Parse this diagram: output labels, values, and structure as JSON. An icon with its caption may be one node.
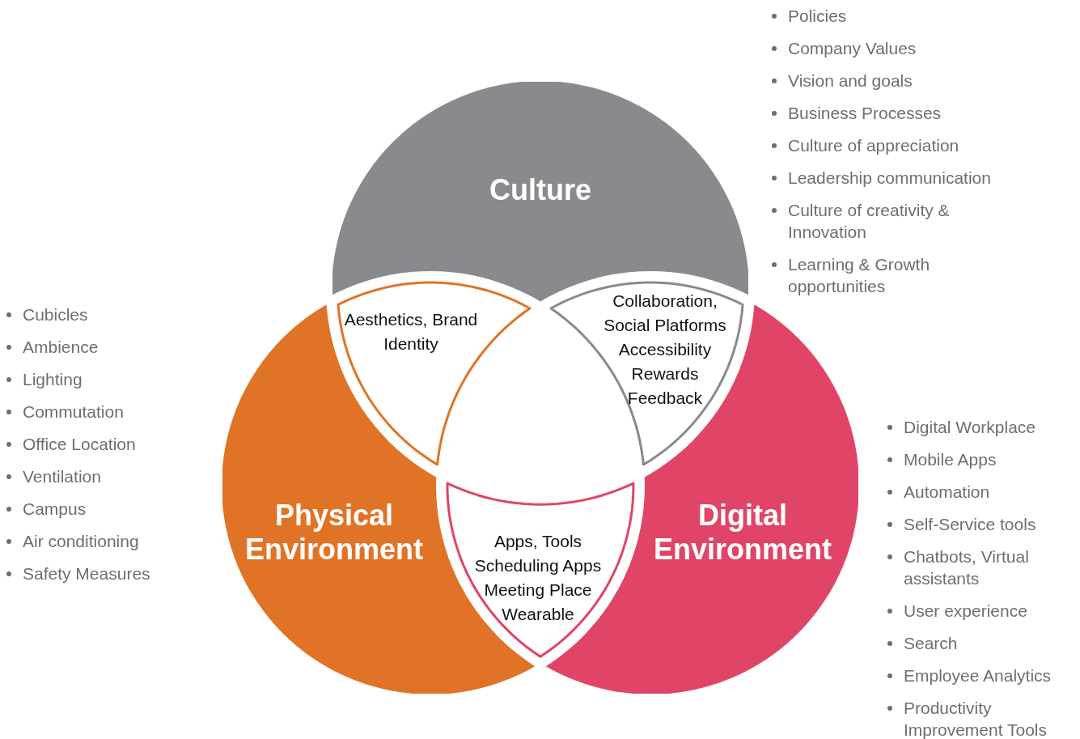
{
  "diagram": {
    "nodes": [
      {
        "text": [
          "Culture"
        ]
      },
      {
        "text": [
          "Physical Environment"
        ]
      },
      {
        "text": [
          "Digital Environment"
        ]
      },
      {
        "text": [
          "Aesthetics, Brand Identity"
        ]
      },
      {
        "text": [
          "Collaboration, Social Platforms",
          "Accessibility",
          "Rewards",
          "Feedback"
        ]
      },
      {
        "text": [
          "Apps, Tools",
          "Scheduling Apps",
          "Meeting Place",
          "Wearable"
        ]
      }
    ],
    "labels": [
      "Policies",
      "Company Values",
      "Vision and goals",
      "Business Processes",
      "Culture of appreciation",
      "Leadership communication",
      "Culture of creativity & Innovation",
      "Learning & Growth opportunities",
      "Cubicles",
      "Ambience",
      "Lighting",
      "Commutation",
      "Office Location",
      "Ventilation",
      "Campus",
      "Air conditioning",
      "Safety Measures",
      "Digital Workplace",
      "Mobile Apps",
      "Automation",
      "Self-Service tools",
      "Chatbots, Virtual assistants",
      "User experience",
      "Search",
      "Employee Analytics",
      "Productivity Improvement Tools"
    ]
  }
}
